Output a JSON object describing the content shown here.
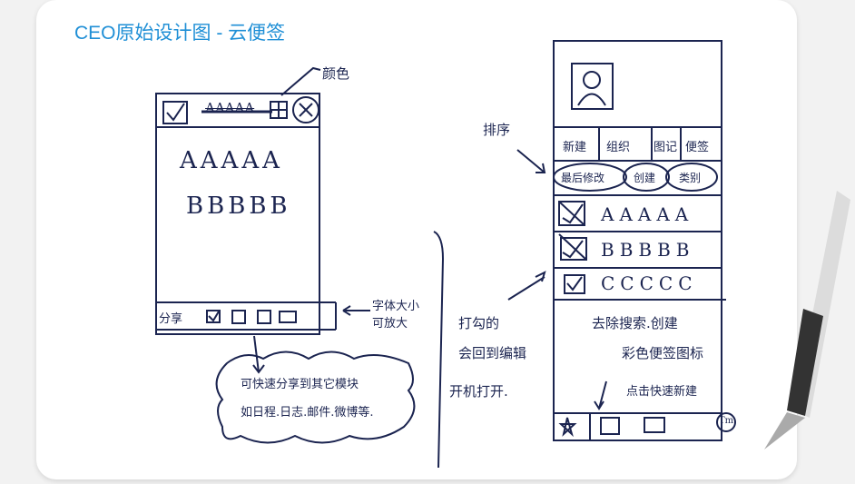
{
  "title": "CEO原始设计图 - 云便签",
  "left_sketch": {
    "color_note": "颜色",
    "header_text": "AAAAA",
    "body_lines": [
      "AAAAA",
      "BBBBB"
    ],
    "toolbar_share": "分享",
    "font_note": [
      "字体大小",
      "可放大"
    ],
    "cloud_note": [
      "可快速分享到其它模块",
      "如日程.日志.邮件.微博等."
    ]
  },
  "right_sketch": {
    "sort_note": "排序",
    "tabs": [
      "新建",
      "组织",
      "图记",
      "便签"
    ],
    "sort_chips": [
      "最后修改",
      "创建",
      "类别"
    ],
    "rows": [
      "AAAAA",
      "BBBBB",
      "CCCCC"
    ],
    "checked_note": [
      "打勾的",
      "会回到编辑",
      "开机打开."
    ],
    "icon_note": [
      "去除搜索.创建",
      "彩色便签图标",
      "点击快速新建"
    ],
    "bottom_badge": "Tm"
  }
}
